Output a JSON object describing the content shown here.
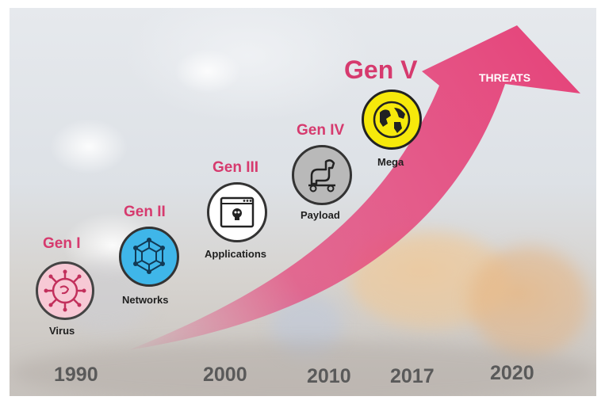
{
  "arrow": {
    "label": "THREATS",
    "color": "#e5457b"
  },
  "generations": [
    {
      "gen": "Gen I",
      "caption": "Virus",
      "icon": "virus-icon",
      "icon_bg": "#f7c9d5"
    },
    {
      "gen": "Gen II",
      "caption": "Networks",
      "icon": "network-icon",
      "icon_bg": "#3fb6e9"
    },
    {
      "gen": "Gen III",
      "caption": "Applications",
      "icon": "application-icon",
      "icon_bg": "#ffffff"
    },
    {
      "gen": "Gen IV",
      "caption": "Payload",
      "icon": "trojan-horse-icon",
      "icon_bg": "#b9b9b9"
    },
    {
      "gen": "Gen V",
      "caption": "Mega",
      "icon": "globe-icon",
      "icon_bg": "#f6e90b"
    }
  ],
  "years": [
    "1990",
    "2000",
    "2010",
    "2017",
    "2020"
  ],
  "colors": {
    "gen_label": "#d63a6e",
    "year": "#5a5a5a"
  }
}
